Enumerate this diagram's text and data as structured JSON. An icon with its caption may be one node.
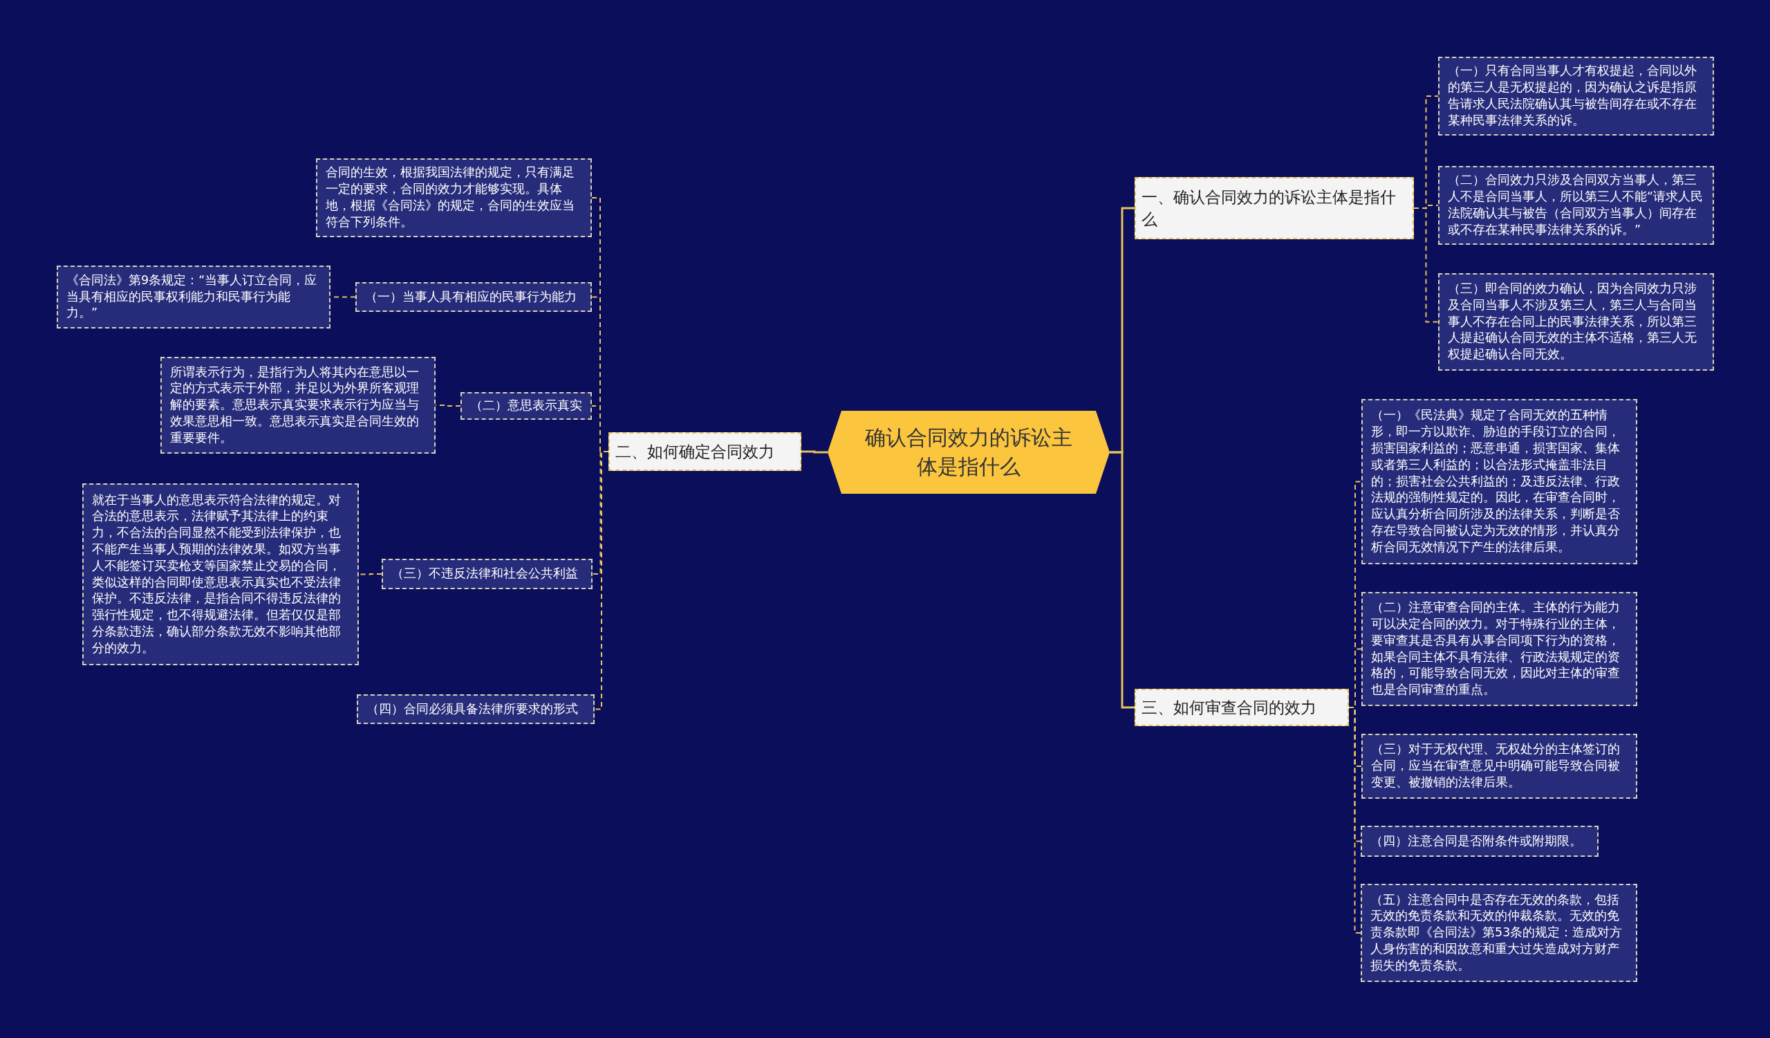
{
  "diagram": {
    "nodes": [
      {
        "text": [
          "确认合同效力的诉讼主体是指什么"
        ]
      },
      {
        "text": [
          "一、确认合同效力的诉讼主体是指什么"
        ]
      },
      {
        "text": [
          "（一）只有合同当事人才有权提起，合同以外的第三人是无权提起的，因为确认之诉是指原告请求人民法院确认其与被告间存在或不存在某种民事法律关系的诉。"
        ]
      },
      {
        "text": [
          "（二）合同效力只涉及合同双方当事人，第三人不是合同当事人，所以第三人不能“请求人民法院确认其与被告（合同双方当事人）间存在或不存在某种民事法律关系的诉。”"
        ]
      },
      {
        "text": [
          "（三）即合同的效力确认，因为合同效力只涉及合同当事人不涉及第三人，第三人与合同当事人不存在合同上的民事法律关系，所以第三人提起确认合同无效的主体不适格，第三人无权提起确认合同无效。"
        ]
      },
      {
        "text": [
          "二、如何确定合同效力"
        ]
      },
      {
        "text": [
          "合同的生效，根据我国法律的规定，只有满足一定的要求，合同的效力才能够实现。具体地，根据《合同法》的规定，合同的生效应当符合下列条件。"
        ]
      },
      {
        "text": [
          "（一）当事人具有相应的民事行为能力"
        ]
      },
      {
        "text": [
          "《合同法》第9条规定：“当事人订立合同，应当具有相应的民事权利能力和民事行为能力。”"
        ]
      },
      {
        "text": [
          "（二）意思表示真实"
        ]
      },
      {
        "text": [
          "所谓表示行为，是指行为人将其内在意思以一定的方式表示于外部，并足以为外界所客观理解的要素。意思表示真实要求表示行为应当与效果意思相一致。意思表示真实是合同生效的重要要件。"
        ]
      },
      {
        "text": [
          "（三）不违反法律和社会公共利益"
        ]
      },
      {
        "text": [
          "就在于当事人的意思表示符合法律的规定。对合法的意思表示，法律赋予其法律上的约束力，不合法的合同显然不能受到法律保护，也不能产生当事人预期的法律效果。如双方当事人不能签订买卖枪支等国家禁止交易的合同，类似这样的合同即使意思表示真实也不受法律保护。不违反法律，是指合同不得违反法律的强行性规定，也不得规避法律。但若仅仅是部分条款违法，确认部分条款无效不影响其他部分的效力。"
        ]
      },
      {
        "text": [
          "（四）合同必须具备法律所要求的形式"
        ]
      },
      {
        "text": [
          "三、如何审查合同的效力"
        ]
      },
      {
        "text": [
          "（一）《民法典》规定了合同无效的五种情形，即一方以欺诈、胁迫的手段订立的合同，损害国家利益的；恶意串通，损害国家、集体或者第三人利益的；以合法形式掩盖非法目的；损害社会公共利益的；及违反法律、行政法规的强制性规定的。因此，在审查合同时，应认真分析合同所涉及的法律关系，判断是否存在导致合同被认定为无效的情形，并认真分析合同无效情况下产生的法律后果。"
        ]
      },
      {
        "text": [
          "（二）注意审查合同的主体。主体的行为能力可以决定合同的效力。对于特殊行业的主体，要审查其是否具有从事合同项下行为的资格，如果合同主体不具有法律、行政法规规定的资格的，可能导致合同无效，因此对主体的审查也是合同审查的重点。"
        ]
      },
      {
        "text": [
          "（三）对于无权代理、无权处分的主体签订的合同，应当在审查意见中明确可能导致合同被变更、被撤销的法律后果。"
        ]
      },
      {
        "text": [
          "（四）注意合同是否附条件或附期限。"
        ]
      },
      {
        "text": [
          "（五）注意合同中是否存在无效的条款，包括无效的免责条款和无效的仲裁条款。无效的免责条款即《合同法》第53条的规定：造成对方人身伤害的和因故意和重大过失造成对方财产损失的免责条款。"
        ]
      }
    ],
    "edges": [
      {
        "from": 0,
        "to": 1,
        "arrow": "none"
      },
      {
        "from": 1,
        "to": 2,
        "arrow": "none",
        "style": "dashed"
      },
      {
        "from": 1,
        "to": 3,
        "arrow": "none",
        "style": "dashed"
      },
      {
        "from": 1,
        "to": 4,
        "arrow": "none",
        "style": "dashed"
      },
      {
        "from": 0,
        "to": 5,
        "arrow": "none"
      },
      {
        "from": 5,
        "to": 6,
        "arrow": "none",
        "style": "dashed"
      },
      {
        "from": 5,
        "to": 7,
        "arrow": "none",
        "style": "dashed"
      },
      {
        "from": 7,
        "to": 8,
        "arrow": "none",
        "style": "dashed"
      },
      {
        "from": 5,
        "to": 9,
        "arrow": "none",
        "style": "dashed"
      },
      {
        "from": 9,
        "to": 10,
        "arrow": "none",
        "style": "dashed"
      },
      {
        "from": 5,
        "to": 11,
        "arrow": "none",
        "style": "dashed"
      },
      {
        "from": 11,
        "to": 12,
        "arrow": "none",
        "style": "dashed"
      },
      {
        "from": 5,
        "to": 13,
        "arrow": "none",
        "style": "dashed"
      },
      {
        "from": 0,
        "to": 14,
        "arrow": "none"
      },
      {
        "from": 14,
        "to": 15,
        "arrow": "none",
        "style": "dashed"
      },
      {
        "from": 14,
        "to": 16,
        "arrow": "none",
        "style": "dashed"
      },
      {
        "from": 14,
        "to": 17,
        "arrow": "none",
        "style": "dashed"
      },
      {
        "from": 14,
        "to": 18,
        "arrow": "none",
        "style": "dashed"
      },
      {
        "from": 14,
        "to": 19,
        "arrow": "none",
        "style": "dashed"
      }
    ]
  }
}
